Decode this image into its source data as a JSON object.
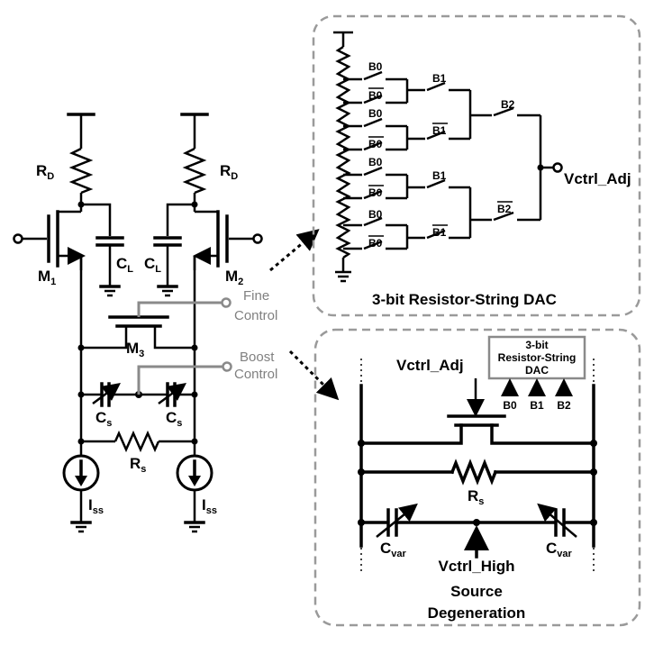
{
  "main_circuit": {
    "rd_left": "R",
    "rd_left_sub": "D",
    "rd_right": "R",
    "rd_right_sub": "D",
    "cl_left": "C",
    "cl_left_sub": "L",
    "cl_right": "C",
    "cl_right_sub": "L",
    "m1": "M",
    "m1_sub": "1",
    "m2": "M",
    "m2_sub": "2",
    "m3": "M",
    "m3_sub": "3",
    "fine_1": "Fine",
    "fine_2": "Control",
    "boost_1": "Boost",
    "boost_2": "Control",
    "cs_left": "C",
    "cs_left_sub": "s",
    "cs_right": "C",
    "cs_right_sub": "s",
    "rs": "R",
    "rs_sub": "s",
    "iss_left": "I",
    "iss_left_sub": "ss",
    "iss_right": "I",
    "iss_right_sub": "ss"
  },
  "dac": {
    "title": "3-bit Resistor-String DAC",
    "b0": "B0",
    "b0_bar": "B0",
    "b1": "B1",
    "b1_bar": "B1",
    "b2": "B2",
    "b2_bar": "B2",
    "output": "Vctrl_Adj"
  },
  "degeneration": {
    "title_1": "Source",
    "title_2": "Degeneration",
    "vctrl_adj": "Vctrl_Adj",
    "vctrl_high": "Vctrl_High",
    "dac_box_1": "3-bit",
    "dac_box_2": "Resistor-String",
    "dac_box_3": "DAC",
    "bits": [
      "B0",
      "B1",
      "B2"
    ],
    "rs": "R",
    "rs_sub": "s",
    "cvar_left": "C",
    "cvar_left_sub": "var",
    "cvar_right": "C",
    "cvar_right_sub": "var"
  }
}
